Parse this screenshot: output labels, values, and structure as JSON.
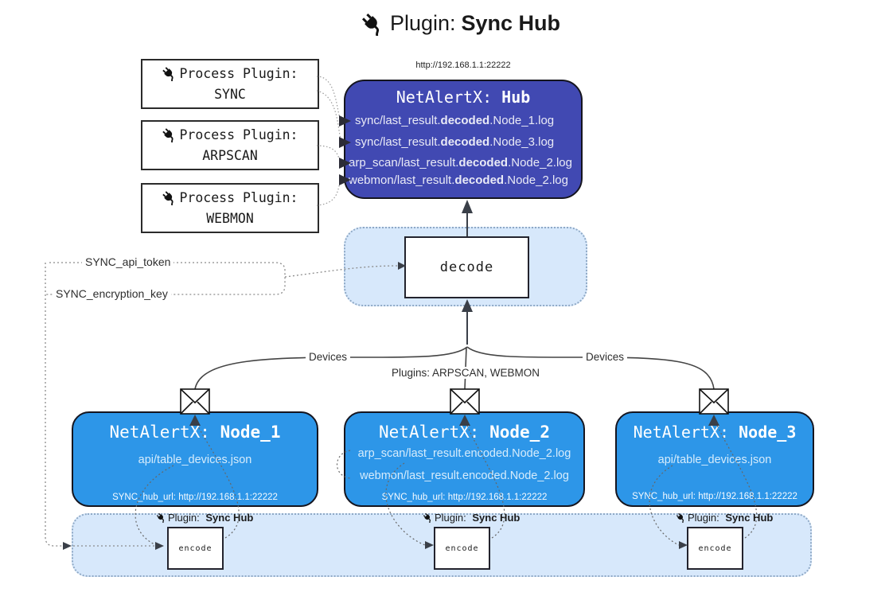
{
  "title": {
    "prefix": "Plugin:",
    "bold": "Sync Hub"
  },
  "process_plugins": [
    {
      "line1": "Process Plugin:",
      "name": "SYNC"
    },
    {
      "line1": "Process Plugin:",
      "name": "ARPSCAN"
    },
    {
      "line1": "Process Plugin:",
      "name": "WEBMON"
    }
  ],
  "hub": {
    "url": "http://192.168.1.1:22222",
    "title_prefix": "NetAlertX:",
    "title_bold": "Hub",
    "logs": [
      {
        "pre": "sync/last_result.",
        "bold": "decoded",
        "post": ".Node_1.log"
      },
      {
        "pre": "sync/last_result.",
        "bold": "decoded",
        "post": ".Node_3.log"
      },
      {
        "pre": "arp_scan/last_result.",
        "bold": "decoded",
        "post": ".Node_2.log"
      },
      {
        "pre": "webmon/last_result.",
        "bold": "decoded",
        "post": ".Node_2.log"
      }
    ]
  },
  "decode_label": "decode",
  "secrets": {
    "api_token": "SYNC_api_token",
    "encryption_key": "SYNC_encryption_key"
  },
  "edges": {
    "devices_left": "Devices",
    "plugins_center": "Plugins: ARPSCAN, WEBMON",
    "devices_right": "Devices"
  },
  "nodes": [
    {
      "title_prefix": "NetAlertX:",
      "title_bold": "Node_1",
      "line1": "api/table_devices.json",
      "hub_url": "SYNC_hub_url: http://192.168.1.1:22222"
    },
    {
      "title_prefix": "NetAlertX:",
      "title_bold": "Node_2",
      "line1": "arp_scan/last_result.encoded.Node_2.log",
      "line2": "webmon/last_result.encoded.Node_2.log",
      "hub_url": "SYNC_hub_url: http://192.168.1.1:22222"
    },
    {
      "title_prefix": "NetAlertX:",
      "title_bold": "Node_3",
      "line1": "api/table_devices.json",
      "hub_url": "SYNC_hub_url: http://192.168.1.1:22222"
    }
  ],
  "encoders": [
    {
      "label_prefix": "Plugin:",
      "label_bold": "Sync Hub",
      "box": "encode"
    },
    {
      "label_prefix": "Plugin:",
      "label_bold": "Sync Hub",
      "box": "encode"
    },
    {
      "label_prefix": "Plugin:",
      "label_bold": "Sync Hub",
      "box": "encode"
    }
  ],
  "colors": {
    "hub_bg": "#4149b2",
    "node_bg": "#2d96e8",
    "container_bg": "#d7e8fb",
    "border_dark": "#15151f",
    "hub_text": "#e9eaf6",
    "node_text": "#d6ecfc",
    "edge_line": "#444444",
    "dotted_line": "#808080"
  }
}
